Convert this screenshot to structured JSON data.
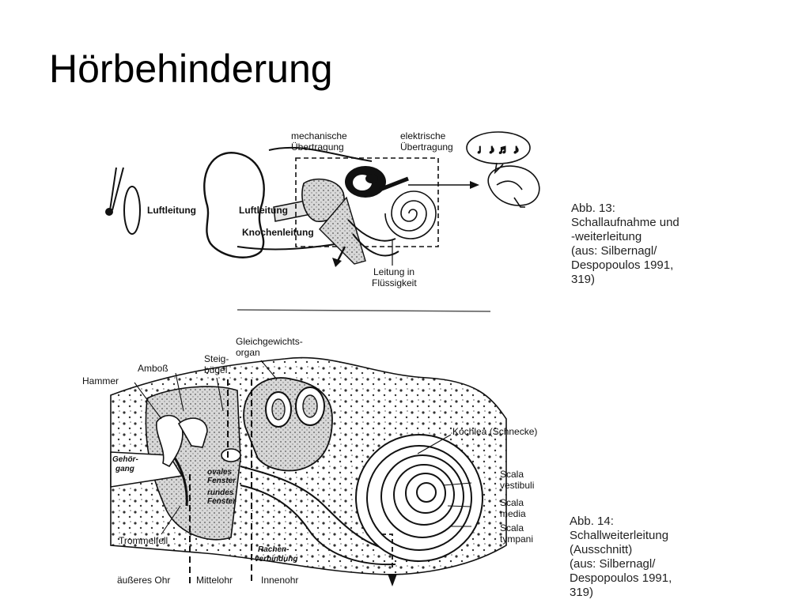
{
  "slide": {
    "title": "Hörbehinderung"
  },
  "figure13": {
    "labels": {
      "mechanisch_1": "mechanische",
      "mechanisch_2": "Übertragung",
      "elektrisch_1": "elektrische",
      "elektrisch_2": "Übertragung",
      "luftleitung_outer": "Luftleitung",
      "luftleitung_inner": "Luftleitung",
      "knochenleitung": "Knochenleitung",
      "fluessig_1": "Leitung in",
      "fluessig_2": "Flüssigkeit"
    },
    "caption": [
      "Abb. 13:",
      "Schallaufnahme und",
      "-weiterleitung",
      "(aus: Silbernagl/",
      "Despopoulos 1991,",
      "319)"
    ]
  },
  "figure14": {
    "labels": {
      "gleich_1": "Gleichgewichts-",
      "gleich_2": "organ",
      "steig_1": "Steig-",
      "steig_2": "bügel",
      "amboss": "Amboß",
      "hammer": "Hammer",
      "gehoer_1": "Gehör-",
      "gehoer_2": "gang",
      "ovales_1": "ovales",
      "ovales_2": "Fenster",
      "rundes_1": "rundes",
      "rundes_2": "Fenster",
      "kochlea": "Kochlea (Schnecke)",
      "vest_1": "Scala",
      "vest_2": "vestibuli",
      "media_1": "Scala",
      "media_2": "media",
      "tymp_1": "Scala",
      "tymp_2": "tympani",
      "trommelfell": "Trommelfell",
      "rachen_1": "Rachen-",
      "rachen_2": "verbindung",
      "aeusseres": "äußeres Ohr",
      "mittelohr": "Mittelohr",
      "innenohr": "Innenohr"
    },
    "caption": [
      "Abb. 14:",
      "Schallweiterleitung",
      "(Ausschnitt)",
      "(aus: Silbernagl/",
      "Despopoulos 1991,",
      "319)"
    ]
  }
}
